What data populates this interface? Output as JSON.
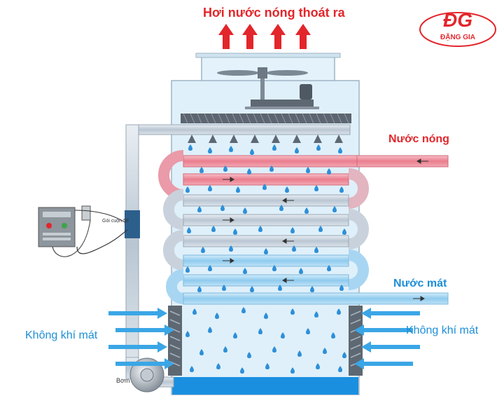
{
  "title": "Hơi nước nóng thoát ra",
  "labels": {
    "hot_water": "Nước nóng",
    "cool_water": "Nước mát",
    "cool_air_left": "Không khí mát",
    "cool_air_right": "Không khí mát",
    "pump": "Bơm",
    "coil": "Gói cuộn 58"
  },
  "logo": {
    "text": "ĐG",
    "subtext": "ĐẶNG GIA",
    "color": "#e3262b"
  },
  "colors": {
    "hot": "#e3262b",
    "cool": "#1d8fd6",
    "tower": "#dff0fa",
    "basin": "#1a8fe0"
  }
}
